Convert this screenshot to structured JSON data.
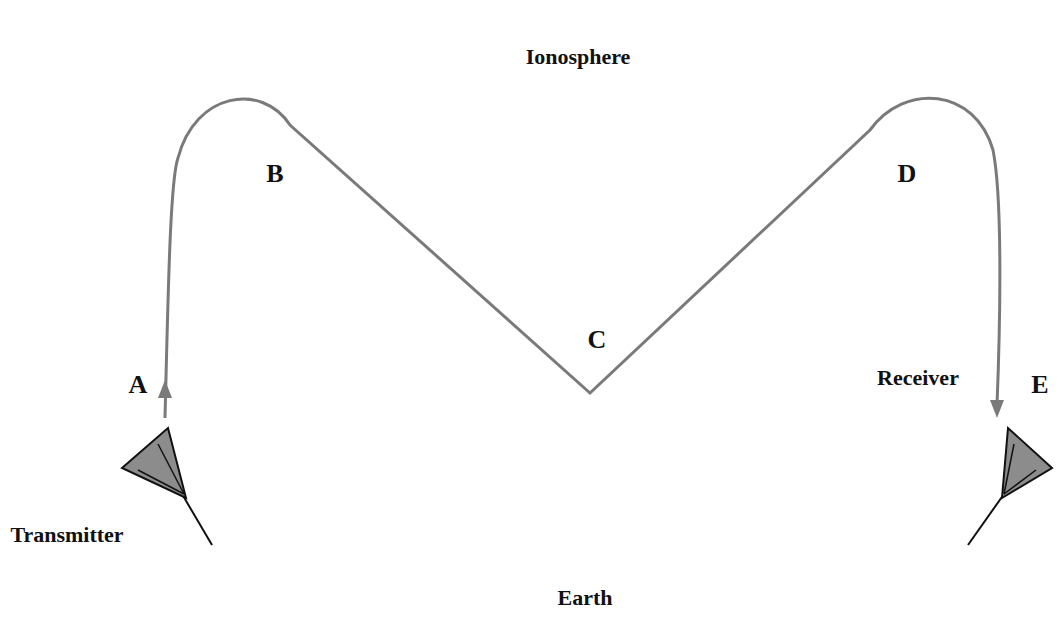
{
  "diagram": {
    "nodes": [
      {
        "text": [
          "Ionosphere"
        ]
      },
      {
        "text": [
          "Earth"
        ]
      }
    ],
    "labels": [
      "A",
      "B",
      "C",
      "D",
      "E",
      "Transmitter",
      "Receiver"
    ]
  }
}
